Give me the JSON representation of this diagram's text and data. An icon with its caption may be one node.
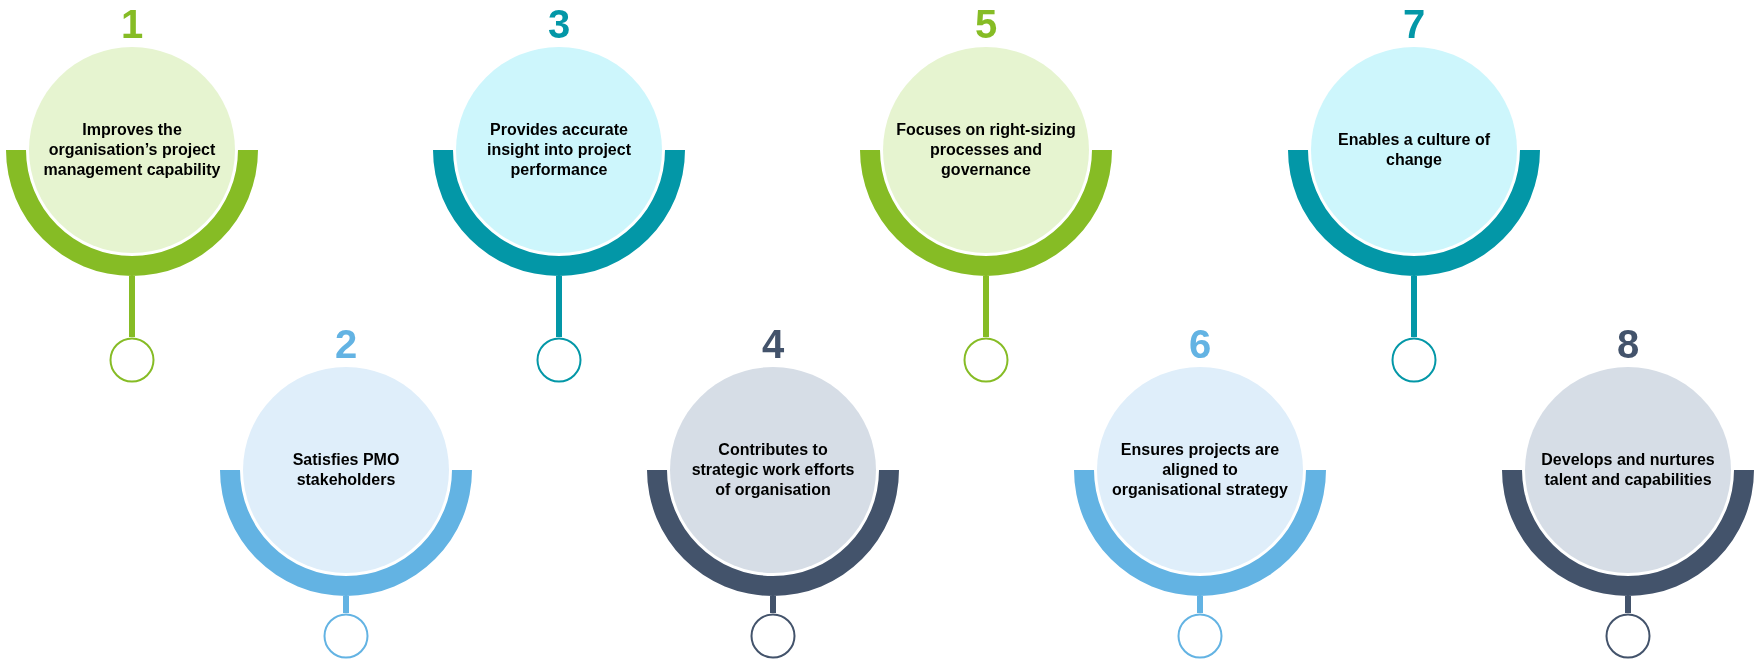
{
  "diagram": {
    "nodes": [
      {
        "text": [
          "1",
          "Improves the organisation’s project management capability"
        ]
      },
      {
        "text": [],
        "shape": "circle"
      },
      {
        "text": [
          "2",
          "Satisfies PMO stakeholders"
        ]
      },
      {
        "text": [],
        "shape": "circle"
      },
      {
        "text": [
          "3",
          "Provides accurate insight into project performance"
        ]
      },
      {
        "text": [],
        "shape": "circle"
      },
      {
        "text": [
          "4",
          "Contributes to strategic work efforts of organisation"
        ]
      },
      {
        "text": [],
        "shape": "circle"
      },
      {
        "text": [
          "5",
          "Focuses on right-sizing processes and governance"
        ]
      },
      {
        "text": [],
        "shape": "circle"
      },
      {
        "text": [
          "6",
          "Ensures projects are aligned to organisational strategy"
        ]
      },
      {
        "text": [],
        "shape": "circle"
      },
      {
        "text": [
          "7",
          "Enables a culture of change"
        ]
      },
      {
        "text": [],
        "shape": "circle"
      },
      {
        "text": [
          "8",
          "Develops and nurtures talent and capabilities"
        ]
      },
      {
        "text": [],
        "shape": "circle"
      }
    ],
    "edges": [
      {
        "from": 0,
        "to": 1,
        "arrow": "none",
        "color": "#86bc25"
      },
      {
        "from": 2,
        "to": 3,
        "arrow": "none",
        "color": "#63b3e3"
      },
      {
        "from": 4,
        "to": 5,
        "arrow": "none",
        "color": "#0397a7"
      },
      {
        "from": 6,
        "to": 7,
        "arrow": "none",
        "color": "#43536b"
      },
      {
        "from": 8,
        "to": 9,
        "arrow": "none",
        "color": "#86bc25"
      },
      {
        "from": 10,
        "to": 11,
        "arrow": "none",
        "color": "#63b3e3"
      },
      {
        "from": 12,
        "to": 13,
        "arrow": "none",
        "color": "#0397a7"
      },
      {
        "from": 14,
        "to": 15,
        "arrow": "none",
        "color": "#43536b"
      }
    ]
  }
}
